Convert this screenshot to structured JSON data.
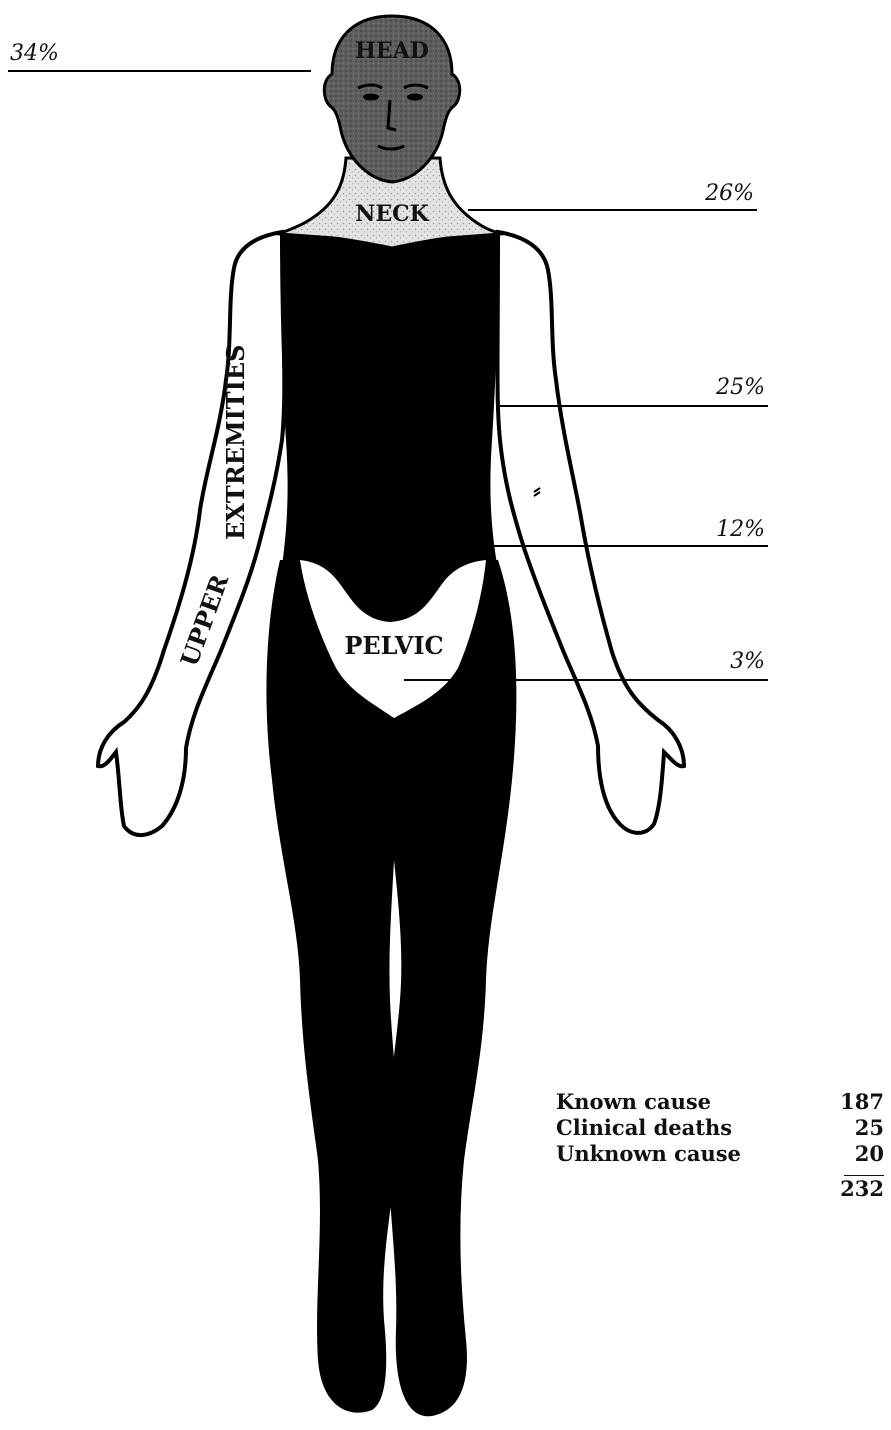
{
  "regions": {
    "head": "HEAD",
    "neck": "NECK",
    "upper_extremities_1": "UPPER",
    "upper_extremities_2": "EXTREMITIES",
    "pelvic": "PELVIC"
  },
  "percentages": [
    {
      "value": "34%",
      "region": "head"
    },
    {
      "value": "26%",
      "region": "neck"
    },
    {
      "value": "25%",
      "region": "thorax"
    },
    {
      "value": "12%",
      "region": "abdomen"
    },
    {
      "value": "3%",
      "region": "pelvic"
    }
  ],
  "tally": {
    "rows": [
      {
        "label": "Known cause",
        "count": "187"
      },
      {
        "label": "Clinical deaths",
        "count": "25"
      },
      {
        "label": "Unknown cause",
        "count": "20"
      }
    ],
    "total": "232"
  },
  "colors": {
    "head_fill": "#5a5a5a",
    "neck_fill": "#d8d8d8",
    "trunk_fill": "#000000",
    "outline": "#000000",
    "background": "#ffffff"
  }
}
